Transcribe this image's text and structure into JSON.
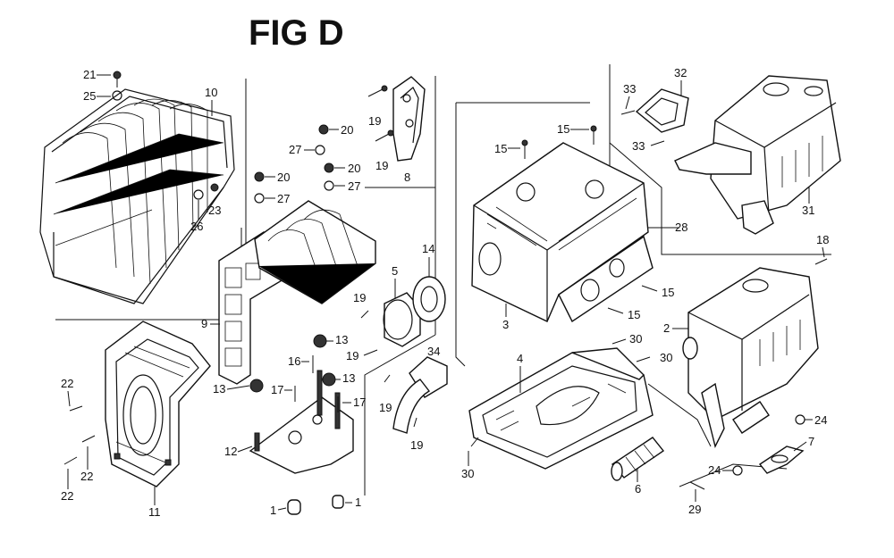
{
  "title": "FIG D",
  "labels": {
    "p1a": "1",
    "p1b": "1",
    "p2": "2",
    "p3": "3",
    "p4": "4",
    "p5": "5",
    "p6": "6",
    "p7": "7",
    "p8": "8",
    "p9": "9",
    "p10": "10",
    "p11": "11",
    "p12": "12",
    "p13a": "13",
    "p13b": "13",
    "p13c": "13",
    "p14": "14",
    "p15a": "15",
    "p15b": "15",
    "p15c": "15",
    "p15d": "15",
    "p16": "16",
    "p17a": "17",
    "p17b": "17",
    "p18": "18",
    "p19a": "19",
    "p19b": "19",
    "p19c": "19",
    "p19d": "19",
    "p19e": "19",
    "p19f": "19",
    "p20a": "20",
    "p20b": "20",
    "p20c": "20",
    "p21": "21",
    "p22a": "22",
    "p22b": "22",
    "p22c": "22",
    "p23": "23",
    "p24a": "24",
    "p24b": "24",
    "p25": "25",
    "p26": "26",
    "p27a": "27",
    "p27b": "27",
    "p27c": "27",
    "p28": "28",
    "p29": "29",
    "p30a": "30",
    "p30b": "30",
    "p30c": "30",
    "p31": "31",
    "p32": "32",
    "p33a": "33",
    "p33b": "33",
    "p34": "34"
  }
}
